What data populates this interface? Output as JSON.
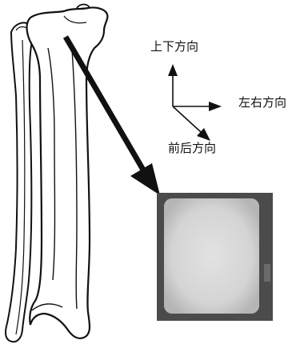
{
  "axes": {
    "up_down": "上下方向",
    "left_right": "左右方向",
    "front_back": "前后方向"
  },
  "colors": {
    "ink": "#111111",
    "bone_fill": "#ffffff",
    "sample_frame": "#4a4a4a",
    "sample_face": "#d9d9d9"
  }
}
